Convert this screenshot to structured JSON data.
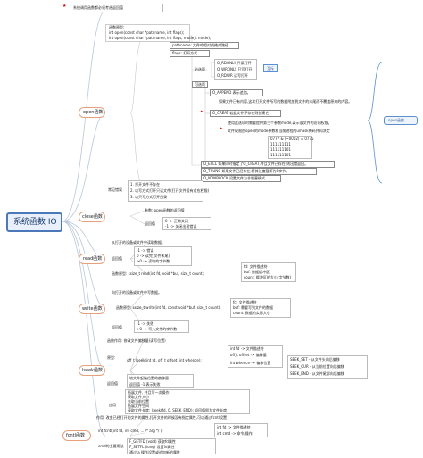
{
  "root": {
    "label": "系统函数 IO"
  },
  "top_note": {
    "text": "系统调用函数都必须考虑返回值"
  },
  "branches": [
    {
      "id": "open",
      "label": "open函数"
    },
    {
      "id": "close",
      "label": "close函数"
    },
    {
      "id": "read",
      "label": "read函数"
    },
    {
      "id": "write",
      "label": "write函数"
    },
    {
      "id": "lseek",
      "label": "lseek函数"
    },
    {
      "id": "fcntl",
      "label": "fcntl函数"
    }
  ],
  "open": {
    "proto_title": "函数原型:",
    "proto_1": "int open(const char *pathname, int flags);",
    "proto_2": "int open(const char *pathname, int flags, mode_t mode);",
    "pathname": "pathname: 文件的相对或绝对路径",
    "flags": "flags: 打开方式",
    "required": "必选项",
    "rdonly": "O_RDONLY 只读打开",
    "wronly": "O_WRONLY 只写打开",
    "rdwr": "O_RDWR 读写打开",
    "exclusive_tag": "互斥",
    "optional": "可选项",
    "append": "O_APPEND 表示追加。",
    "append_desc": "如果文件已有内容,这次打开文件所写的数据附加到文件的末尾而不覆盖原来的内容。",
    "creat": "O_CREAT 若此文件不存在则创建它",
    "creat_note_1": "使用此选项时需要提供第三个参数mode,表示该文件的访问权限。",
    "creat_note_2": "文件权限由open的mode参数和当前进程的umask掩码共同决定",
    "perm_calc_1": "0777 & (~0002) = 0775",
    "perm_calc_2": "111111111",
    "perm_calc_3": "111111101",
    "perm_calc_4": "111111101",
    "excl": "O_EXCL 如果同时指定了O_CREAT,并且文件已存在,则出错返回。",
    "trunc": "O_TRUNC 如果文件已经存在,将其长度截断为0字节。",
    "nonblock": "O_NONBLOCK 设置文件为非阻塞模式",
    "retval": "常见错误",
    "ret_1": "1. 打开文件不存在",
    "ret_2": "2. 以写方式打开只读文件(打开文件没有对应权限)",
    "ret_3": "3. 以只写方式打开目录",
    "right_bubble": "open函数"
  },
  "close": {
    "desc": "参数: open函数的返回值",
    "ret": "返回值",
    "ok": "0 -> 正常关闭",
    "err": "-1 -> 关闭出现错误"
  },
  "read": {
    "desc": "从打开的设备或文件中读取数据。",
    "ret": "返回值",
    "r1": "-1 -> 错误",
    "r2": "0 -> 读完(文件末尾)",
    "r3": ">0 -> 读取的字节数",
    "proto": "函数原型: ssize_t read(int fd, void *buf, size_t count);",
    "p1": "fd: 文件描述符",
    "p2": "buf: 数据缓冲区",
    "p3": "count: 缓冲区的大小(字节数)"
  },
  "write": {
    "desc": "向打开的设备或文件中写数据。",
    "proto": "函数原型: ssize_t write(int fd, const void *buf, size_t count);",
    "p1": "fd: 文件描述符",
    "p2": "buf: 需要写到文件的数据",
    "p3": "count: 数据的实际大小",
    "ret": "返回值",
    "r1": "-1 -> 失败",
    "r2": ">0 -> 写入文件的字节数"
  },
  "lseek": {
    "desc": "函数作用: 修改文件偏移量(读写位置)",
    "proto_lbl": "原型:",
    "proto": "off_t lseek(int fd, off_t offset, int whence);",
    "p1": "int fd  -> 文件描述符",
    "p2": "off_t offset -> 偏移量",
    "p3": "int whence -> 偏移位置",
    "w1": "SEEK_SET - 从文件头向后偏移",
    "w2": "SEEK_CUR - 从当前位置向后偏移",
    "w3": "SEEK_END - 从文件尾部向后偏移",
    "ret": "返回值",
    "r1": "较文件起始位置的偏移量",
    "r2": "返回值 -1 表示失败",
    "usage": "应用",
    "u1": "拓展文件, 并且写一次操作",
    "u2": "获取文件大小",
    "u3": "先取当前位置",
    "u4": "拓展文件空间",
    "u5": "获取文件长度: lseek(fd, 0, SEEK_END); 返回值即为文件长度"
  },
  "fcntl": {
    "desc": "作用: 改变已经打开的文件的属性,打开文件的时候没有指定属性,可以通过fcntl设置",
    "proto": "int fcntl(int fd, int cmd, ... /* arg */ );",
    "p1": "int fd -> 文件描述符",
    "p2": "int cmd -> 命令/操作",
    "usage": "cmd的主要用法",
    "u1": "F_GETFD (void) 获取fd属性",
    "u2": "F_SETFL (long) 设置fd属性",
    "u3": "通过 a 操作设置或追加新的属性"
  }
}
